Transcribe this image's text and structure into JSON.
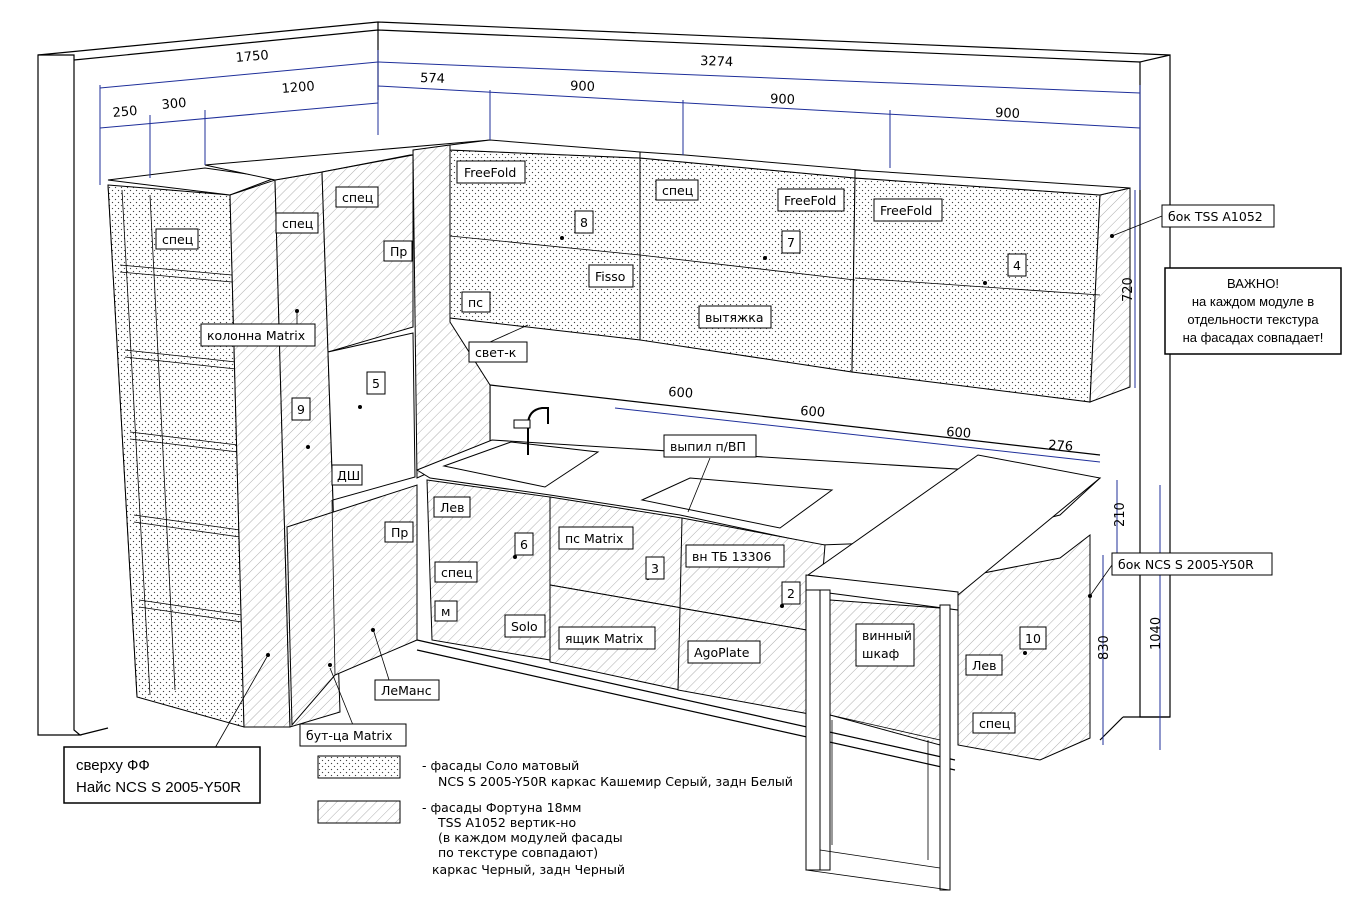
{
  "dimensions": {
    "top_total": "3274",
    "left_total": "1750",
    "d250": "250",
    "d300": "300",
    "d1200": "1200",
    "d574": "574",
    "d900a": "900",
    "d900b": "900",
    "d900c": "900",
    "h720": "720",
    "c600a": "600",
    "c600b": "600",
    "c600c": "600",
    "c276": "276",
    "h210": "210",
    "h1040": "1040",
    "h830": "830"
  },
  "labels": {
    "freefold1": "FreeFold",
    "freefold2": "FreeFold",
    "freefold3": "FreeFold",
    "spec_upper_mid": "спец",
    "spec_col_top": "спец",
    "spec_col2": "спец",
    "spec_col3": "спец",
    "spec_base": "спец",
    "spec_right": "спец",
    "pr_upper": "Пр",
    "pr_lower": "Пр",
    "fisso": "Fisso",
    "ps": "пс",
    "svet": "свет-к",
    "vytyazhka": "вытяжка",
    "kolonna": "колонна Matrix",
    "dsh": "ДШ",
    "lev1": "Лев",
    "lev2": "Лев",
    "m": "м",
    "solo": "Solo",
    "ps_matrix": "пс Matrix",
    "yashik": "ящик Matrix",
    "vn_tb": "вн ТБ 13306",
    "agoplate": "AgoPlate",
    "vinny": "винный",
    "shkaf": "шкаф",
    "lemans": "ЛеМанс",
    "butica": "бут-ца Matrix",
    "vypil": "выпил п/ВП",
    "bok_tss": "бок TSS A1052",
    "bok_ncs": "бок NCS S 2005-Y50R"
  },
  "numbers": {
    "n8": "8",
    "n7": "7",
    "n4": "4",
    "n5": "5",
    "n9": "9",
    "n6": "6",
    "n3": "3",
    "n2": "2",
    "n10": "10"
  },
  "notes": {
    "important_title": "ВАЖНО!",
    "important_l1": "на каждом модуле в",
    "important_l2": "отдельности текстура",
    "important_l3": "на фасадах совпадает!",
    "top_l1": "сверху ФФ",
    "top_l2": "Найс NCS S 2005-Y50R"
  },
  "legend": {
    "dots_l1": "- фасады Соло матовый",
    "dots_l2": "NCS S 2005-Y50R каркас Кашемир Серый, задн Белый",
    "hatch_l1": "- фасады Фортуна 18мм",
    "hatch_l2": "TSS A1052 вертик-но",
    "hatch_l3": "(в каждом модулей фасады",
    "hatch_l4": "по текстуре совпадают)",
    "hatch_l5": "каркас Черный, задн Черный"
  }
}
